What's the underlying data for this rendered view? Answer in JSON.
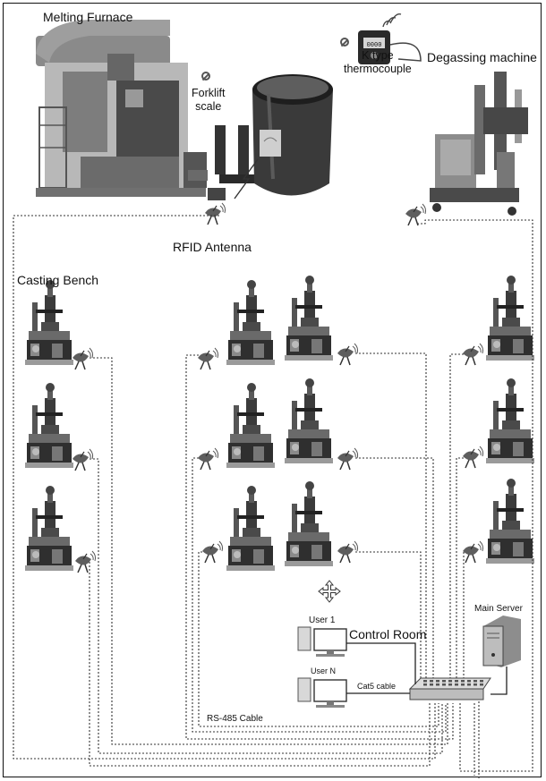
{
  "labels": {
    "melting_furnace": "Melting Furnace",
    "forklift_scale": "Forklift\nscale",
    "k_type_thermocouple": "K type\nthermocouple",
    "degassing_machine": "Degassing machine",
    "rfid_antenna": "RFID Antenna",
    "casting_bench": "Casting Bench",
    "user_1": "User 1",
    "control_room": "Control Room",
    "user_n": "User N",
    "cat5_cable": "Cat5 cable",
    "main_server": "Main Server",
    "rs485_cable": "RS-485 Cable"
  },
  "thermocouple_display": "0000",
  "colors": {
    "metal": "#6f6f6f",
    "dark": "#2c2c2c",
    "light": "#cfcfcf",
    "line": "#333333"
  },
  "casting_bench_count": 12
}
